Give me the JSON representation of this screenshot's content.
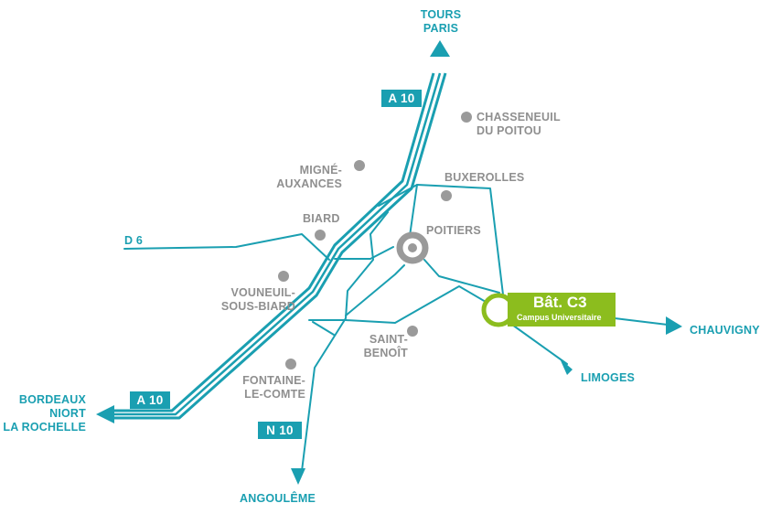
{
  "colors": {
    "road": "#1a9fb1",
    "town_dot": "#9a9a9a",
    "label_gray": "#8f8f8f",
    "campus_green": "#8cbd1e"
  },
  "destinations": {
    "north": [
      "TOURS",
      "PARIS"
    ],
    "west": [
      "BORDEAUX",
      "NIORT",
      "LA ROCHELLE"
    ],
    "south": "ANGOULÊME",
    "southeast": "LIMOGES",
    "east": "CHAUVIGNY",
    "d6": "D 6"
  },
  "badges": {
    "a10_north": "A 10",
    "a10_south": "A 10",
    "n10": "N 10"
  },
  "towns": {
    "chasseneuil": [
      "CHASSENEUIL",
      "DU POITOU"
    ],
    "migne": [
      "MIGNÉ-",
      "AUXANCES"
    ],
    "buxerolles": "BUXEROLLES",
    "biard": "BIARD",
    "poitiers": "POITIERS",
    "vouneuil": [
      "VOUNEUIL-",
      "SOUS-BIARD"
    ],
    "saint_benoit": [
      "SAINT-",
      "BENOÎT"
    ],
    "fontaine": [
      "FONTAINE-",
      "LE-COMTE"
    ]
  },
  "campus": {
    "title": "Bât. C3",
    "subtitle": "Campus Universitaire"
  }
}
